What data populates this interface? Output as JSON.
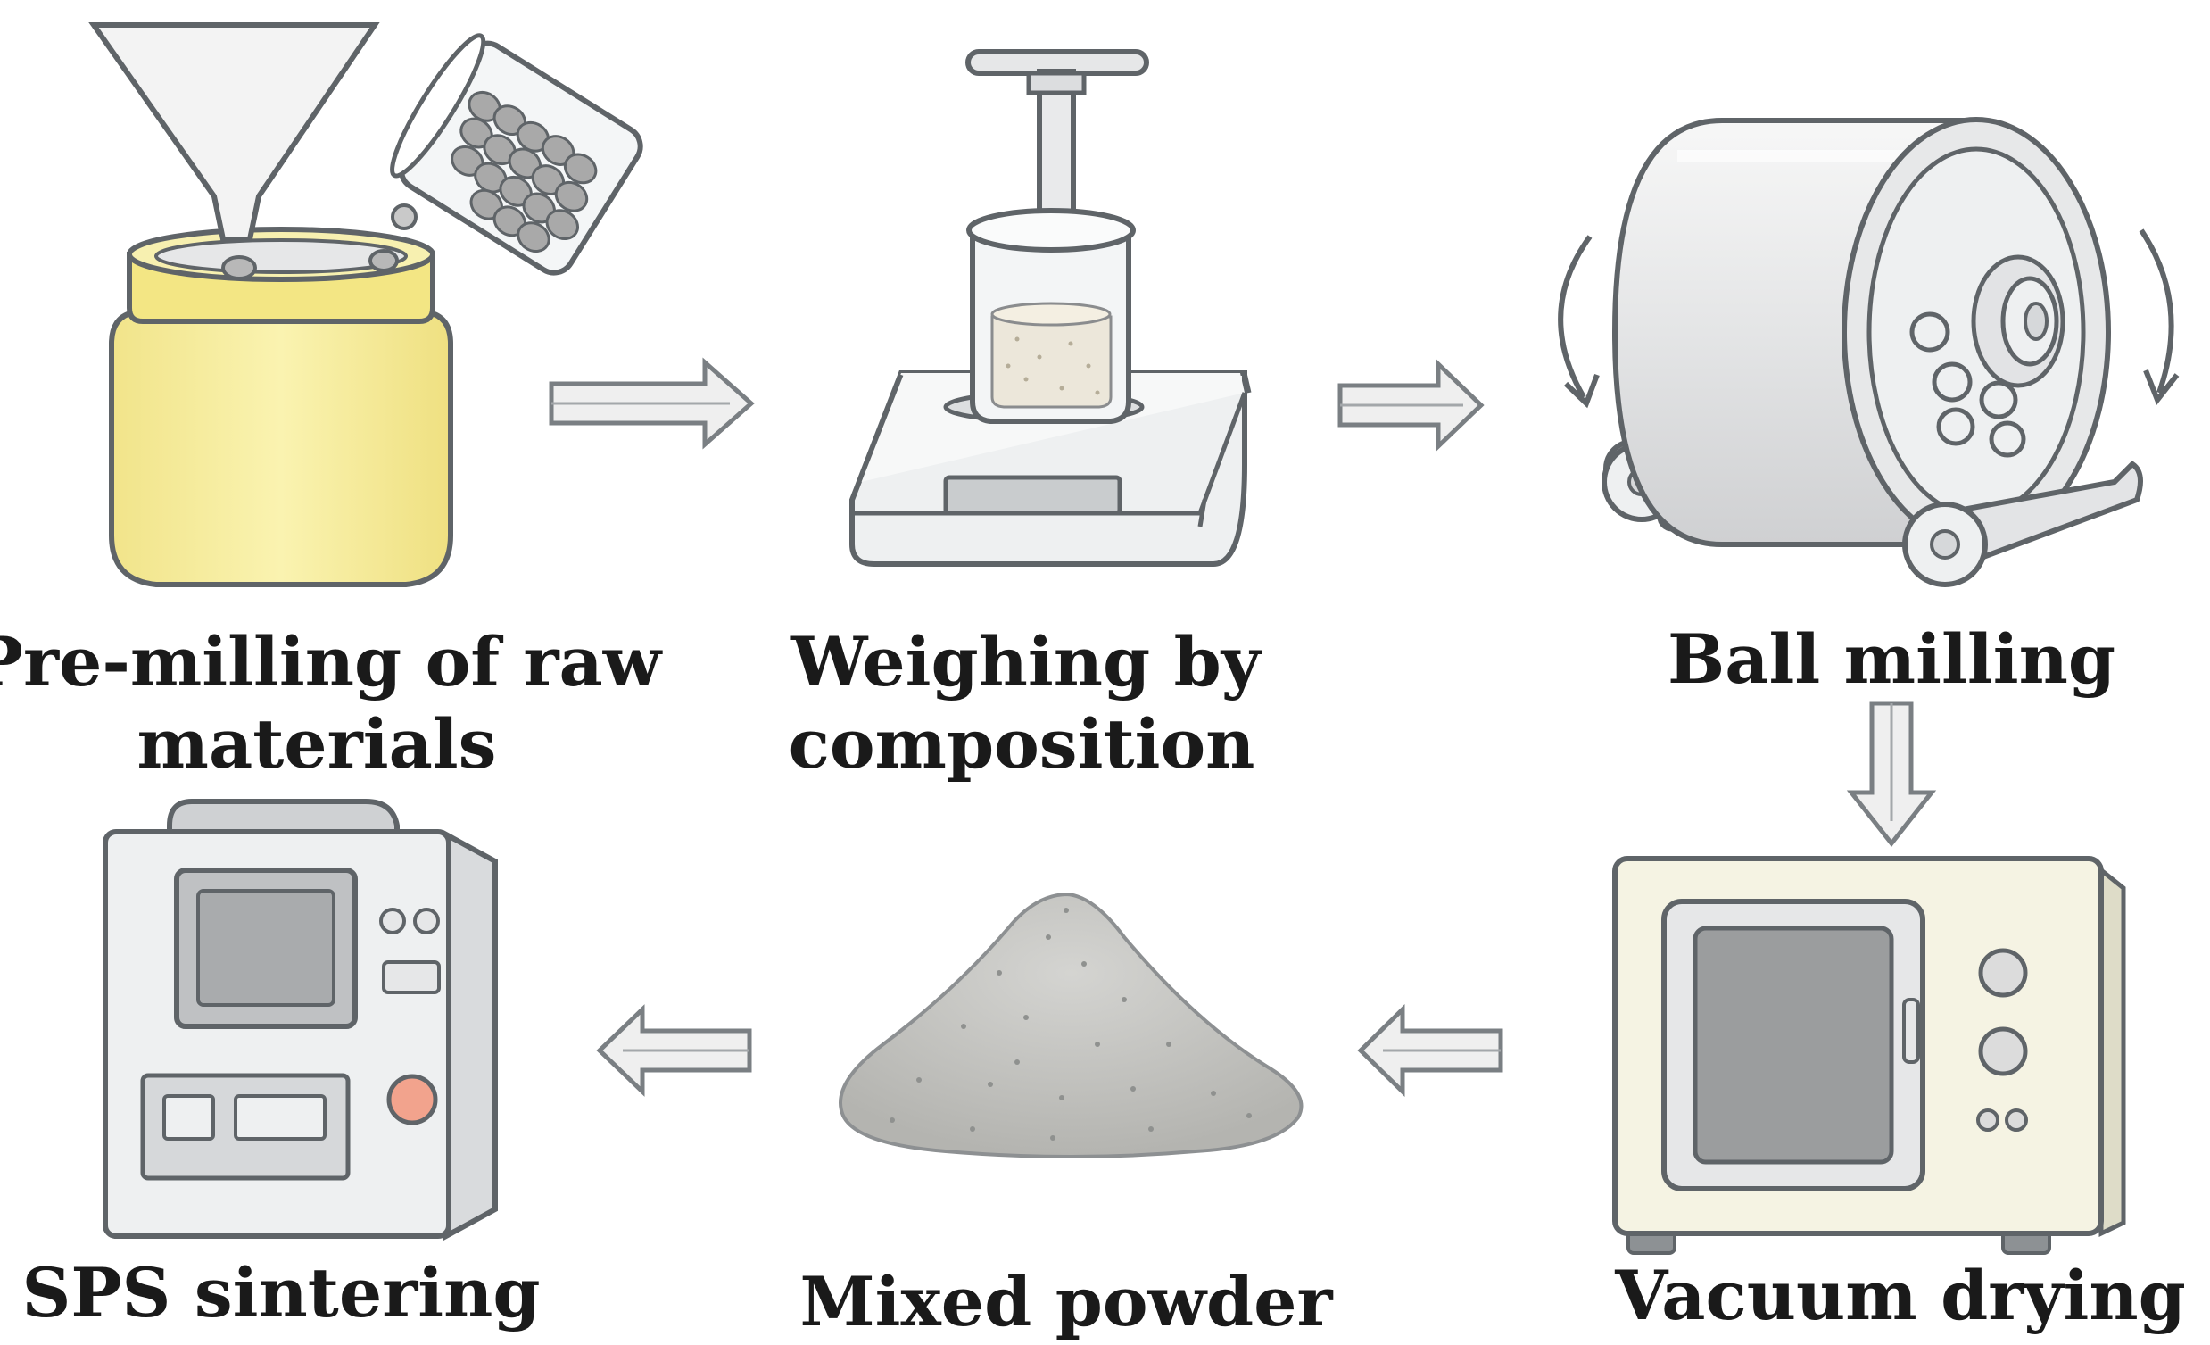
{
  "steps": {
    "premilling": {
      "line1": "Pre-milling of raw",
      "line2": "materials"
    },
    "weighing": {
      "line1": "Weighing by",
      "line2": "composition"
    },
    "ballmilling": {
      "line1": "Ball milling"
    },
    "vacuum": {
      "line1": "Vacuum drying"
    },
    "mixed": {
      "line1": "Mixed powder"
    },
    "sps": {
      "line1": "SPS sintering"
    }
  },
  "colors": {
    "jar": "#f8ef9e",
    "jar_lid": "#f3e684",
    "outline": "#5f6468",
    "metal": "#e6e7e8",
    "powder": "#c9c9c6",
    "oven": "#f5f3e3",
    "button_accent": "#f2a38d",
    "arrow_fill": "#efefef"
  }
}
